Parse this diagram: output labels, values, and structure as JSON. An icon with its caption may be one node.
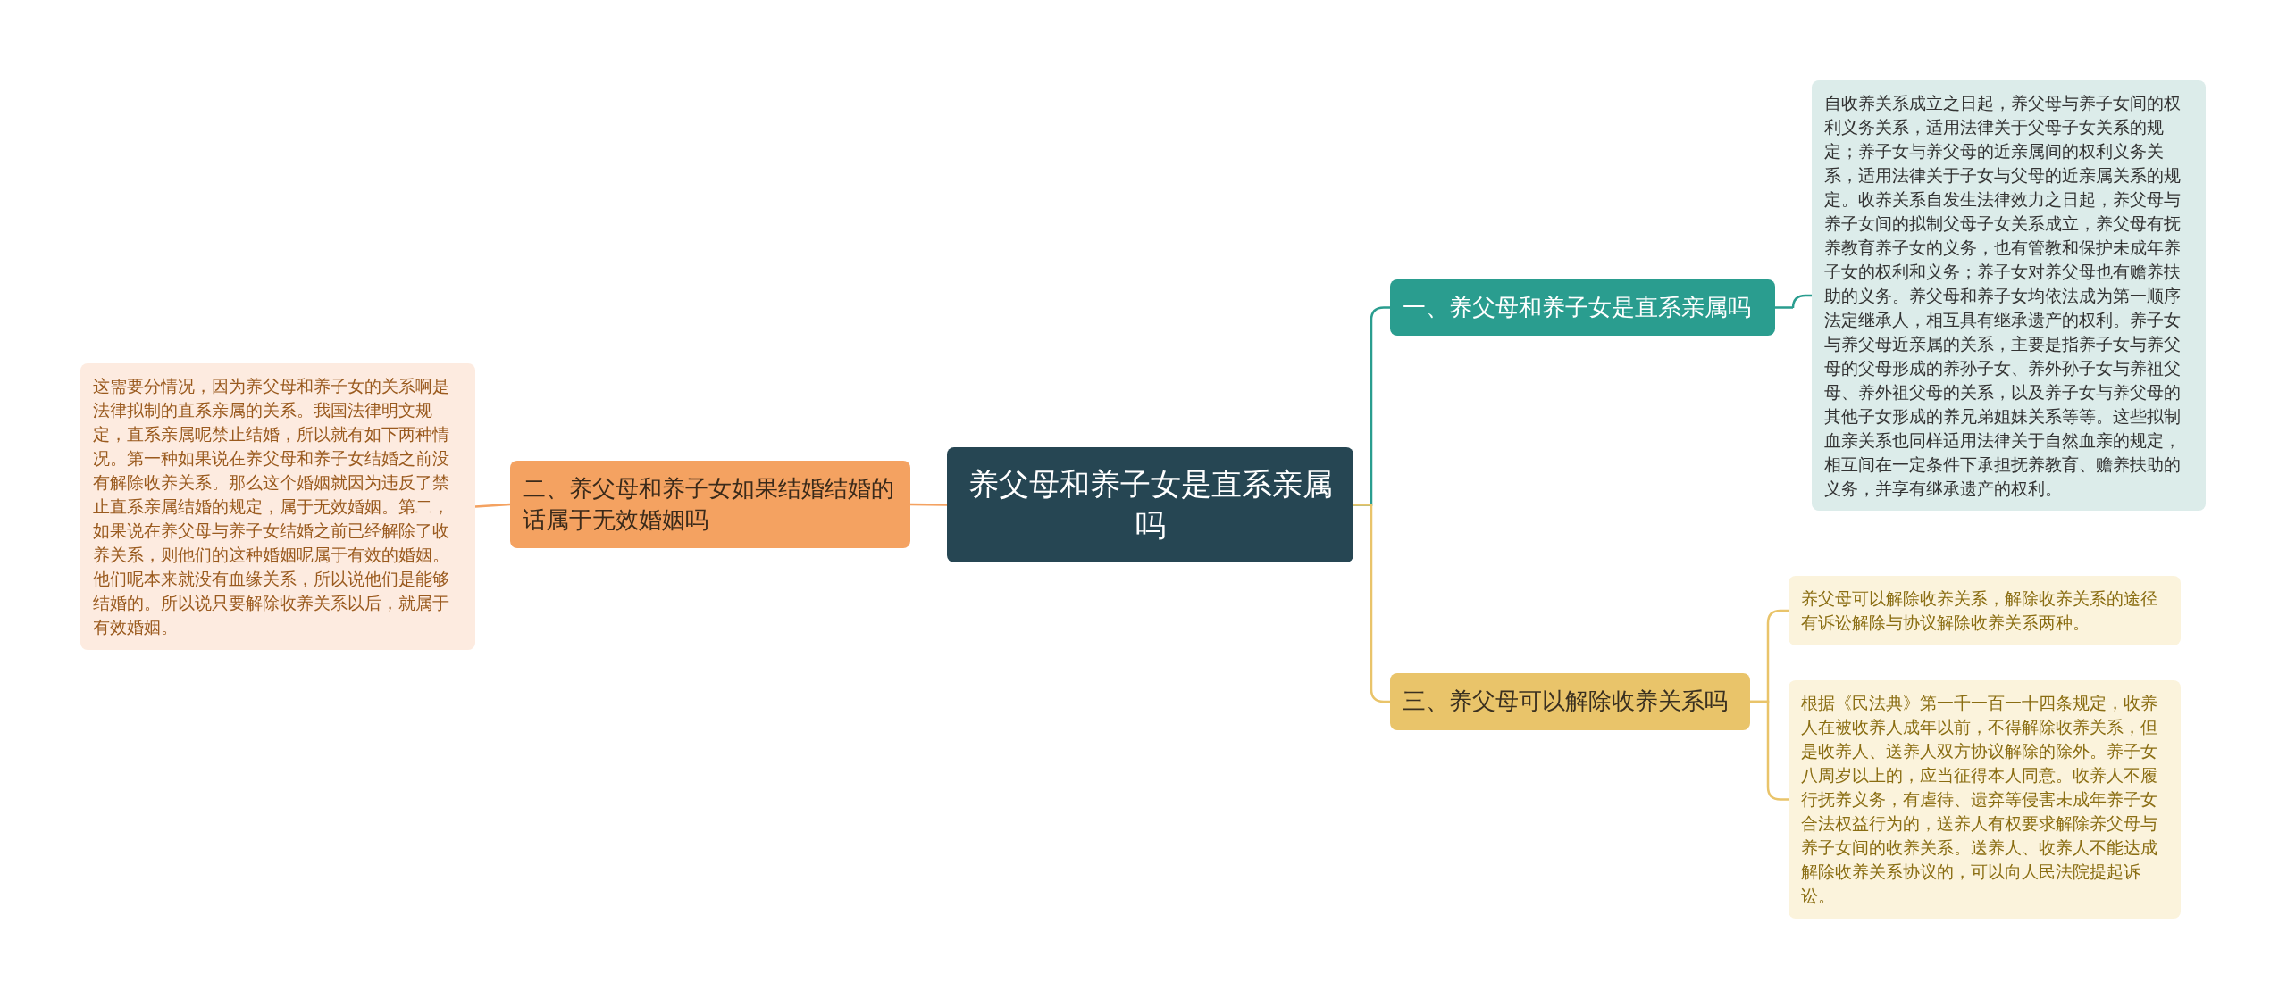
{
  "diagram": {
    "nodes": [
      {
        "text": [
          "养父母和养子女是直系亲属吗"
        ]
      },
      {
        "text": [
          "一、养父母和养子女是直系亲属吗"
        ]
      },
      {
        "text": [
          "自收养关系成立之日起，养父母与养子女间的权利义务关系，适用法律关于父母子女关系的规定；养子女与养父母的近亲属间的权利义务关系，适用法律关于子女与父母的近亲属关系的规定。收养关系自发生法律效力之日起，养父母与养子女间的拟制父母子女关系成立，养父母有抚养教育养子女的义务，也有管教和保护未成年养子女的权利和义务；养子女对养父母也有赡养扶助的义务。养父母和养子女均依法成为第一顺序法定继承人，相互具有继承遗产的权利。养子女与养父母近亲属的关系，主要是指养子女与养父母的父母形成的养孙子女、养外孙子女与养祖父母、养外祖父母的关系，以及养子女与养父母的其他子女形成的养兄弟姐妹关系等等。这些拟制血亲关系也同样适用法律关于自然血亲的规定，相互间在一定条件下承担抚养教育、赡养扶助的义务，并享有继承遗产的权利。"
        ]
      },
      {
        "text": [
          "二、养父母和养子女如果结婚结婚的话属于无效婚姻吗"
        ]
      },
      {
        "text": [
          "这需要分情况，因为养父母和养子女的关系啊是法律拟制的直系亲属的关系。我国法律明文规定，直系亲属呢禁止结婚，所以就有如下两种情况。第一种如果说在养父母和养子女结婚之前没有解除收养关系。那么这个婚姻就因为违反了禁止直系亲属结婚的规定，属于无效婚姻。第二，如果说在养父母与养子女结婚之前已经解除了收养关系，则他们的这种婚姻呢属于有效的婚姻。他们呢本来就没有血缘关系，所以说他们是能够结婚的。所以说只要解除收养关系以后，就属于有效婚姻。"
        ]
      },
      {
        "text": [
          "三、养父母可以解除收养关系吗"
        ]
      },
      {
        "text": [
          "养父母可以解除收养关系，解除收养关系的途径有诉讼解除与协议解除收养关系两种。"
        ]
      },
      {
        "text": [
          "根据《民法典》第一千一百一十四条规定，收养人在被收养人成年以前，不得解除收养关系，但是收养人、送养人双方协议解除的除外。养子女八周岁以上的，应当征得本人同意。收养人不履行抚养义务，有虐待、遗弃等侵害未成年养子女合法权益行为的，送养人有权要求解除养父母与养子女间的收养关系。送养人、收养人不能达成解除收养关系协议的，可以向人民法院提起诉讼。"
        ]
      }
    ],
    "edges": [
      {
        "from": 0,
        "to": 1,
        "arrow": "none",
        "color": "#2a9d8f"
      },
      {
        "from": 1,
        "to": 2,
        "arrow": "none",
        "color": "#2a9d8f"
      },
      {
        "from": 0,
        "to": 3,
        "arrow": "none",
        "color": "#f4a261"
      },
      {
        "from": 3,
        "to": 4,
        "arrow": "none",
        "color": "#f4a261"
      },
      {
        "from": 0,
        "to": 5,
        "arrow": "none",
        "color": "#e9c46a"
      },
      {
        "from": 5,
        "to": 6,
        "arrow": "none",
        "color": "#e9c46a"
      },
      {
        "from": 5,
        "to": 7,
        "arrow": "none",
        "color": "#e9c46a"
      }
    ]
  }
}
